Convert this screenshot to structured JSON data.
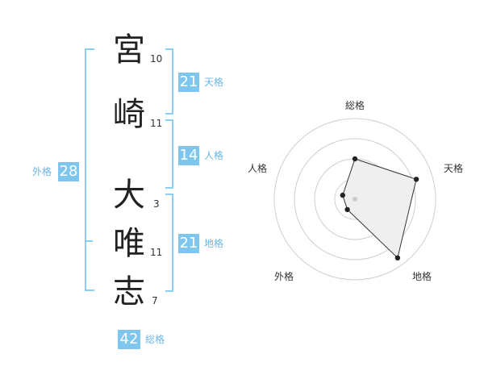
{
  "name_chars": [
    {
      "char": "宮",
      "strokes": "10"
    },
    {
      "char": "崎",
      "strokes": "11"
    },
    {
      "char": "大",
      "strokes": "3"
    },
    {
      "char": "唯",
      "strokes": "11"
    },
    {
      "char": "志",
      "strokes": "7"
    }
  ],
  "kaku": {
    "tenkaku": {
      "value": "21",
      "label": "天格"
    },
    "jinkaku": {
      "value": "14",
      "label": "人格"
    },
    "chikaku": {
      "value": "21",
      "label": "地格"
    },
    "gaikaku": {
      "value": "28",
      "label": "外格"
    },
    "soukaku": {
      "value": "42",
      "label": "総格"
    }
  },
  "colors": {
    "accent": "#7fc6ee",
    "bracket": "#8ccdf0",
    "polygon_fill": "#efefef"
  },
  "chart_data": {
    "type": "radar",
    "axes": [
      "総格",
      "天格",
      "地格",
      "外格",
      "人格"
    ],
    "rings": 4,
    "values": [
      2.5,
      4.0,
      4.5,
      0.8,
      0.8
    ],
    "max": 5
  }
}
